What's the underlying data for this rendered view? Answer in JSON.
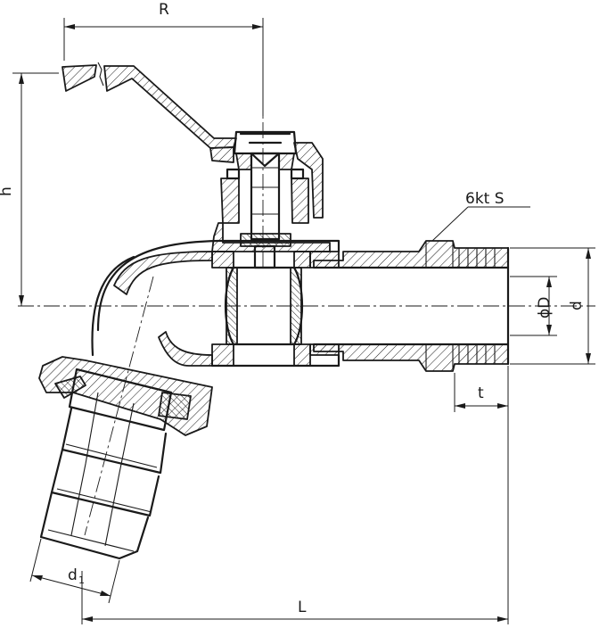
{
  "labels": {
    "R": "R",
    "h": "h",
    "wrench_size": "6kt S",
    "diameter_D": "ϕD",
    "d": "d",
    "t": "t",
    "d1_main": "d",
    "d1_sub": "1",
    "L": "L"
  }
}
